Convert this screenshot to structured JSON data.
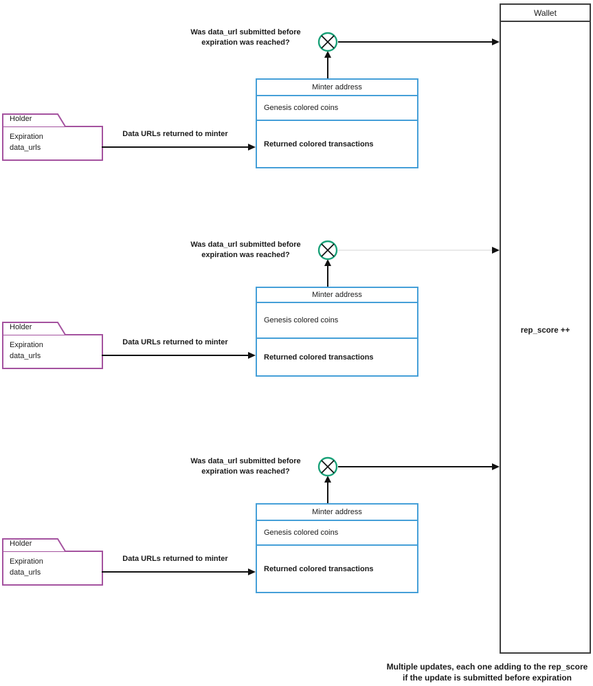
{
  "diagram": {
    "wallet": {
      "title": "Wallet",
      "score_label": "rep_score ++"
    },
    "footnote": {
      "line1": "Multiple updates, each one adding to the rep_score",
      "line2": "if the update is submitted before expiration"
    },
    "colors": {
      "holder_border": "#A4529F",
      "minter_border": "#459FD8",
      "junction_circle": "#19A178",
      "wallet_border": "#3D3D3D",
      "arrow": "#111111",
      "faded_arrow": "#E9E9E9"
    },
    "icons": {
      "junction": "circled-x-icon",
      "arrowheads": "triangle-arrowhead-icon"
    },
    "groups": [
      {
        "holder": {
          "title": "Holder",
          "attr1": "Expiration",
          "attr2": "data_urls"
        },
        "flow_label": "Data URLs returned to minter",
        "question_line1": "Was data_url submitted before",
        "question_line2": "expiration was reached?",
        "minter": {
          "header": "Minter address",
          "genesis": "Genesis colored coins",
          "returned": "Returned colored transactions"
        }
      },
      {
        "holder": {
          "title": "Holder",
          "attr1": "Expiration",
          "attr2": "data_urls"
        },
        "flow_label": "Data URLs returned to minter",
        "question_line1": "Was data_url submitted before",
        "question_line2": "expiration was reached?",
        "minter": {
          "header": "Minter address",
          "genesis": "Genesis colored coins",
          "returned": "Returned colored transactions"
        }
      },
      {
        "holder": {
          "title": "Holder",
          "attr1": "Expiration",
          "attr2": "data_urls"
        },
        "flow_label": "Data URLs returned to minter",
        "question_line1": "Was data_url submitted before",
        "question_line2": "expiration was reached?",
        "minter": {
          "header": "Minter address",
          "genesis": "Genesis colored coins",
          "returned": "Returned colored transactions"
        }
      }
    ]
  }
}
